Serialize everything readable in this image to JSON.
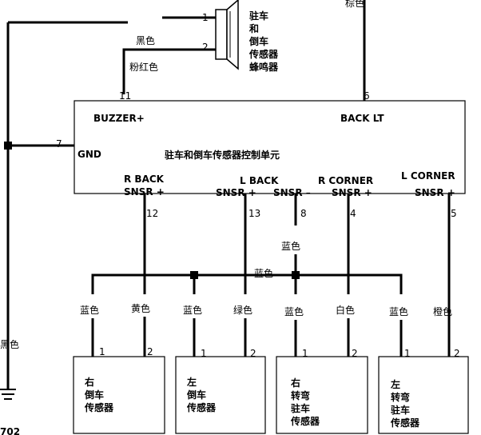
{
  "buzzer": {
    "pin1": "1",
    "pin2": "2",
    "wire_black": "黑色",
    "wire_pink": "粉红色",
    "label": [
      "驻车",
      "和",
      "倒车",
      "传感器",
      "蜂鸣器"
    ]
  },
  "ecu": {
    "title": "驻车和倒车传感器控制单元",
    "buzzer_plus": "BUZZER+",
    "back_lt": "BACK LT",
    "gnd": "GND",
    "r_back": "R BACK",
    "l_back": "L BACK",
    "r_corner": "R CORNER",
    "l_corner": "L CORNER",
    "snsr_plus": "SNSR +",
    "snsr_minus": "SNSR –",
    "pin_11": "11",
    "pin_6": "6",
    "pin_7": "7",
    "pin_12": "12",
    "pin_13": "13",
    "pin_8": "8",
    "pin_4": "4",
    "pin_5": "5"
  },
  "wires": {
    "brown": "棕色",
    "blue": "蓝色",
    "yellow": "黄色",
    "green": "绿色",
    "white": "白色",
    "orange": "橙色",
    "black": "黑色"
  },
  "sensors": [
    {
      "lines": [
        "右",
        "倒车",
        "传感器"
      ],
      "pin1": "1",
      "pin2": "2"
    },
    {
      "lines": [
        "左",
        "倒车",
        "传感器"
      ],
      "pin1": "1",
      "pin2": "2"
    },
    {
      "lines": [
        "右",
        "转弯",
        "驻车",
        "传感器"
      ],
      "pin1": "1",
      "pin2": "2"
    },
    {
      "lines": [
        "左",
        "转弯",
        "驻车",
        "传感器"
      ],
      "pin1": "1",
      "pin2": "2"
    }
  ],
  "ground_ref": "702"
}
